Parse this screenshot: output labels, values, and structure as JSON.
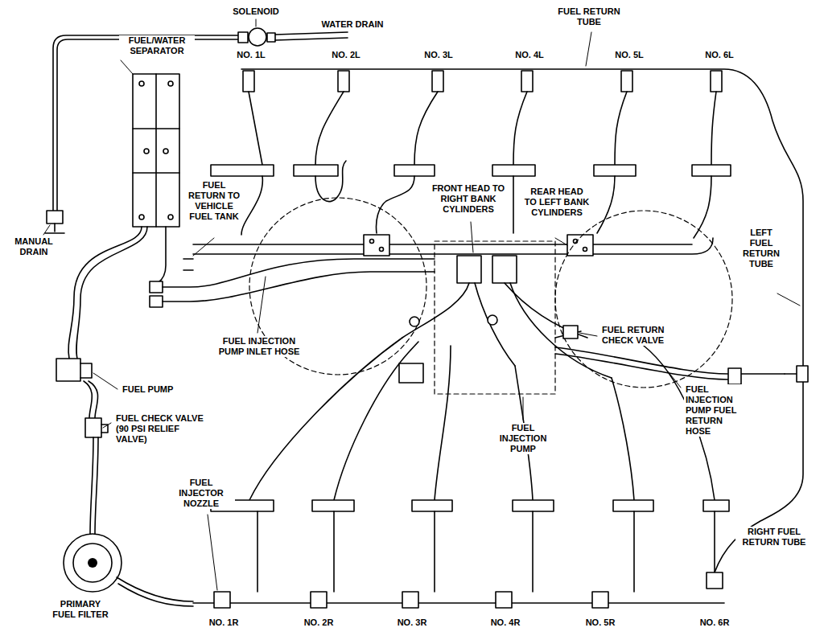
{
  "diagram": {
    "labels": [
      "SOLENOID",
      "WATER DRAIN",
      "FUEL RETURN TUBE",
      "FUEL/WATER SEPARATOR",
      "NO. 1L",
      "NO. 2L",
      "NO. 3L",
      "NO. 4L",
      "NO. 5L",
      "NO. 6L",
      "MANUAL DRAIN",
      "FUEL RETURN TO VEHICLE FUEL TANK",
      "FRONT HEAD TO RIGHT BANK CYLINDERS",
      "REAR HEAD TO LEFT BANK CYLINDERS",
      "LEFT FUEL RETURN TUBE",
      "FUEL INJECTION PUMP INLET HOSE",
      "FUEL RETURN CHECK VALVE",
      "FUEL PUMP",
      "FUEL INJECTION PUMP FUEL RETURN HOSE",
      "FUEL CHECK VALVE (90 PSI RELIEF VALVE)",
      "FUEL INJECTION PUMP",
      "FUEL INJECTOR NOZZLE",
      "RIGHT FUEL RETURN TUBE",
      "PRIMARY FUEL FILTER",
      "NO. 1R",
      "NO. 2R",
      "NO. 3R",
      "NO. 4R",
      "NO. 5R",
      "NO. 6R"
    ]
  }
}
